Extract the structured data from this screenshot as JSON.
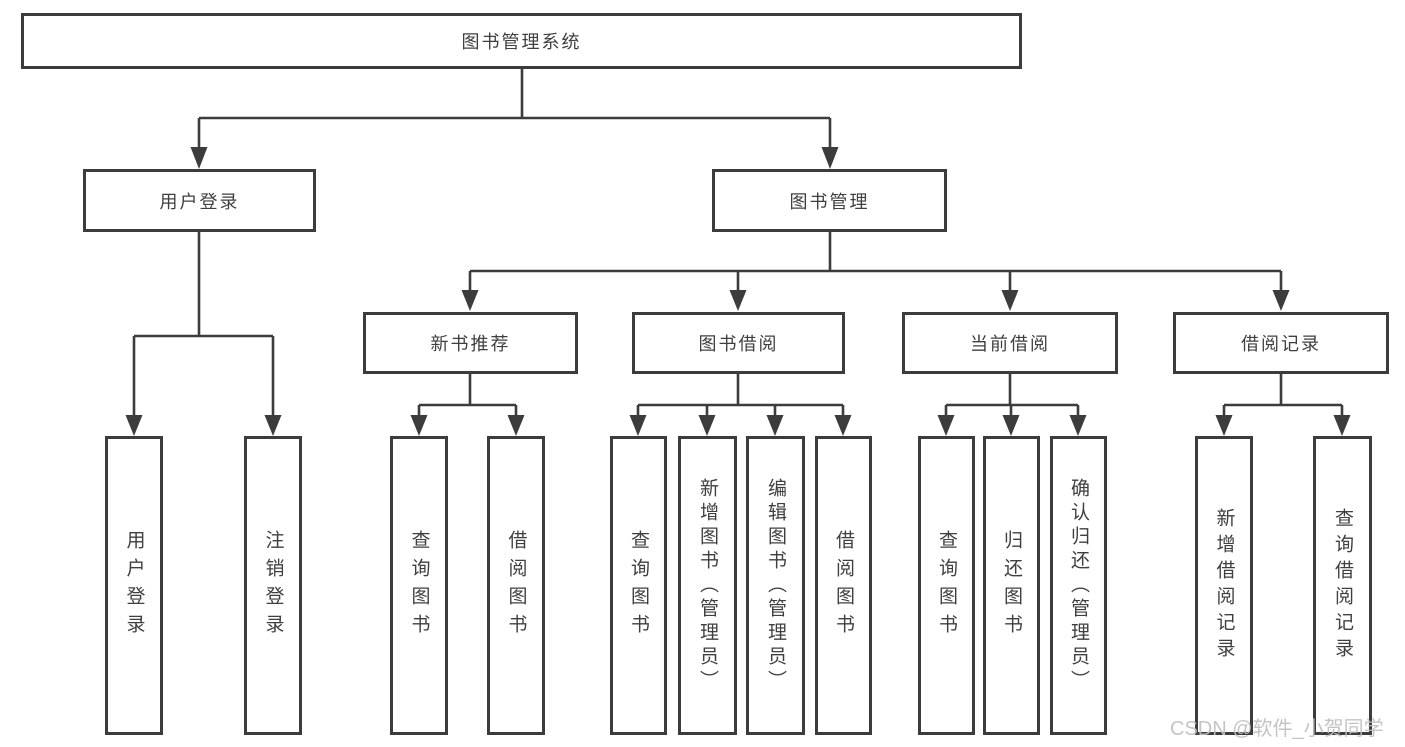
{
  "nodes": {
    "root": "图书管理系统",
    "user_login": "用户登录",
    "book_management": "图书管理",
    "new_book_recommendation": "新书推荐",
    "book_borrowing": "图书借阅",
    "current_borrowing": "当前借阅",
    "borrowing_records": "借阅记录",
    "leaf_user_login": "用户登录",
    "leaf_logout_login": "注销登录",
    "leaf_newbook_query_books": "查询图书",
    "leaf_newbook_borrow_books": "借阅图书",
    "leaf_borrow_query_books": "查询图书",
    "leaf_borrow_add_books_admin": "新增图书（管理员）",
    "leaf_borrow_edit_books_admin": "编辑图书（管理员）",
    "leaf_borrow_borrow_books": "借阅图书",
    "leaf_current_query_books": "查询图书",
    "leaf_current_return_books": "归还图书",
    "leaf_current_confirm_return_admin": "确认归还（管理员）",
    "leaf_records_add_record": "新增借阅记录",
    "leaf_records_query_record": "查询借阅记录"
  },
  "structure": {
    "图书管理系统": {
      "用户登录": [
        "用户登录",
        "注销登录"
      ],
      "图书管理": {
        "新书推荐": [
          "查询图书",
          "借阅图书"
        ],
        "图书借阅": [
          "查询图书",
          "新增图书（管理员）",
          "编辑图书（管理员）",
          "借阅图书"
        ],
        "当前借阅": [
          "查询图书",
          "归还图书",
          "确认归还（管理员）"
        ],
        "借阅记录": [
          "新增借阅记录",
          "查询借阅记录"
        ]
      }
    }
  },
  "watermark": "CSDN @软件_小贺同学",
  "colors": {
    "line": "#3c3c3c",
    "box_border": "#3c3c3c",
    "text": "#3f3f3f",
    "watermark": "#c0bfbf",
    "background": "#ffffff"
  }
}
